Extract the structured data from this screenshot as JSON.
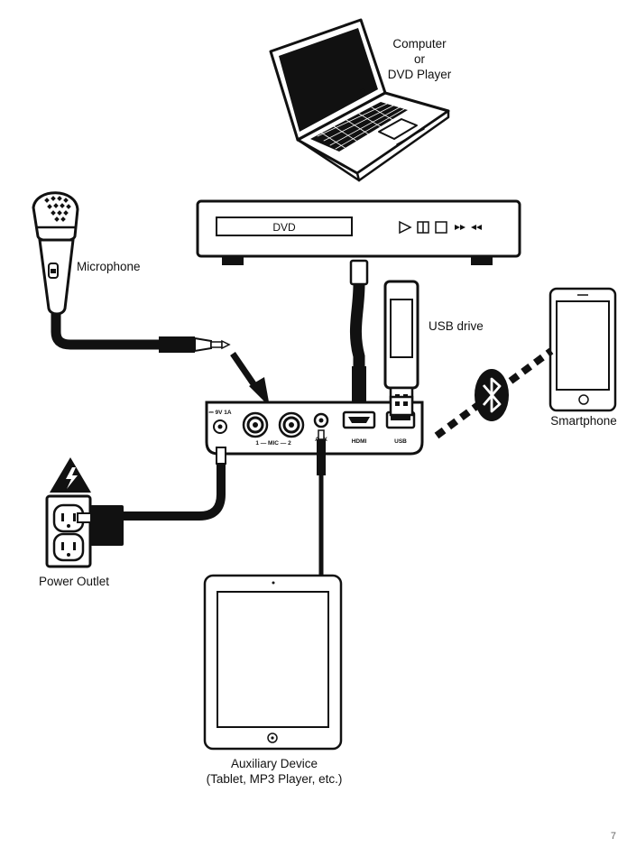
{
  "labels": {
    "computer_line1": "Computer",
    "computer_line2": "or",
    "computer_line3": "DVD Player",
    "dvd_display": "DVD",
    "usb_drive": "USB drive",
    "microphone": "Microphone",
    "smartphone": "Smartphone",
    "power_outlet": "Power Outlet",
    "aux_line1": "Auxiliary Device",
    "aux_line2": "(Tablet, MP3 Player, etc.)"
  },
  "panel": {
    "power_in": "⎓ 9V 1A",
    "mic_ports": "1 — MIC — 2",
    "aux_in": "AUX",
    "hdmi": "HDMI",
    "usb": "USB"
  },
  "page_number": "7",
  "icons": [
    "laptop-icon",
    "dvd-player-icon",
    "usb-drive-icon",
    "microphone-icon",
    "smartphone-icon",
    "bluetooth-icon",
    "power-outlet-icon",
    "high-voltage-icon",
    "tablet-icon"
  ],
  "colors": {
    "line": "#111111",
    "background": "#ffffff",
    "bluetooth_badge": "#111111"
  }
}
